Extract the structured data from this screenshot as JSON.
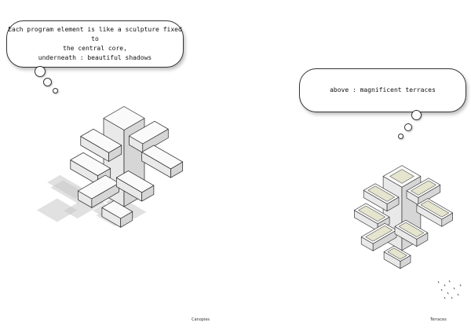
{
  "left_bubble": {
    "lines": [
      "Each program element is like a sculpture fixed to",
      "the central core,",
      "underneath : beautiful shadows"
    ]
  },
  "right_bubble": {
    "lines": [
      "above : magnificent terraces"
    ]
  },
  "captions": {
    "left": "Canopies",
    "right": "Terraces"
  },
  "colors": {
    "stroke": "#222222",
    "shadow": "#c8c8c8",
    "top_face": "#fafafa",
    "left_face": "#e9e9e9",
    "right_face": "#d6d6d6",
    "terrace": "#e4e4cf"
  }
}
